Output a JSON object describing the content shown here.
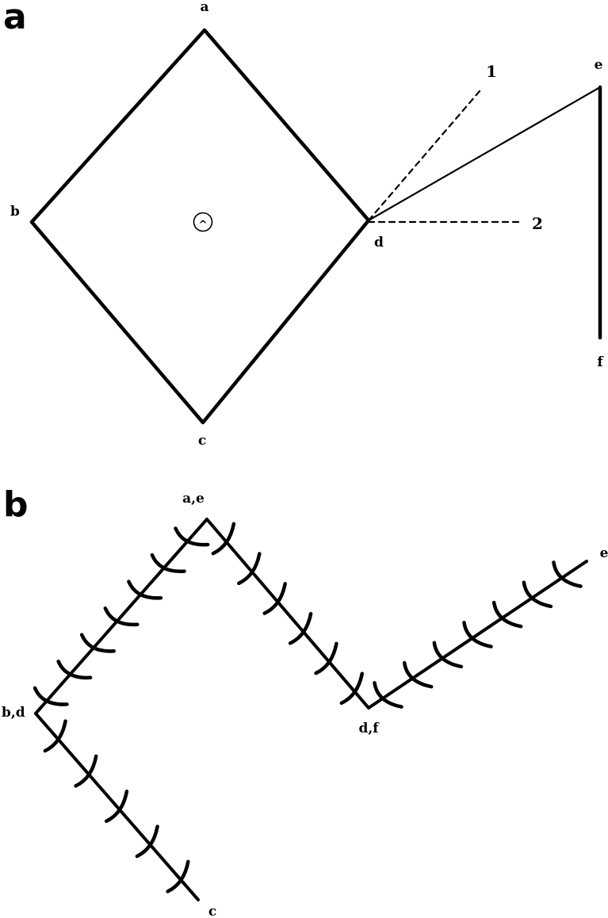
{
  "panels": {
    "a": {
      "label": "a",
      "points": {
        "a": "a",
        "b": "b",
        "c": "c",
        "d": "d",
        "e": "e",
        "f": "f"
      },
      "lines": {
        "one": "1",
        "two": "2"
      },
      "center_mark": "^"
    },
    "b": {
      "label": "b",
      "points": {
        "ae": "a,e",
        "bd": "b,d",
        "df": "d,f",
        "c": "c",
        "e": "e"
      }
    }
  },
  "colors": {
    "ink": "#000000",
    "paper": "#ffffff"
  }
}
